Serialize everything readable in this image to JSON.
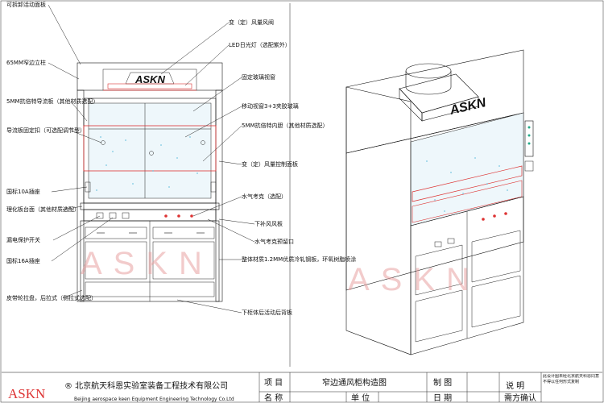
{
  "brand": {
    "logo_text": "ASKN",
    "company_cn": "® 北京航天科恩实验室装备工程技术有限公司",
    "company_en": "Beijing aerospace keen Equipment Engineering Technology Co.Ltd"
  },
  "title_block": {
    "project_label": "项 目",
    "project_value": "窄边通风柜构造图",
    "draw_label": "制 图",
    "note_label": "说 明",
    "note_text": "此设计图未经北京航天科恩同意不得以任何形式复制",
    "name_label": "名 称",
    "unit_label": "单 位",
    "date_label": "日 期",
    "confirm_label": "需方确认"
  },
  "watermark": "ASKN",
  "callouts_left": [
    "可拆卸活动面板",
    "65MM窄边立柱",
    "5MM抗倍特导流板（其他材质选配）",
    "导流板固定扣（可选配调节型）",
    "国标10A插座",
    "理化板台面（其他材质选配）",
    "漏电保护开关",
    "国标16A插座",
    "皮带轮拉盘，后拉式（侧拉式选配）"
  ],
  "callouts_right": [
    "变（定）风量风阀",
    "LED日光灯（选配紫外）",
    "固定玻璃视窗",
    "移动视窗3+3夹胶玻璃",
    "5MM抗倍特内胆（其他材质选配）",
    "变（定）风量控制面板",
    "水气考克（选配）",
    "下补风风板",
    "水气考克预留口",
    "整体材质1.2MM优质冷轧钢板，环氧树脂喷涂",
    "下柜体后活动后背板"
  ]
}
